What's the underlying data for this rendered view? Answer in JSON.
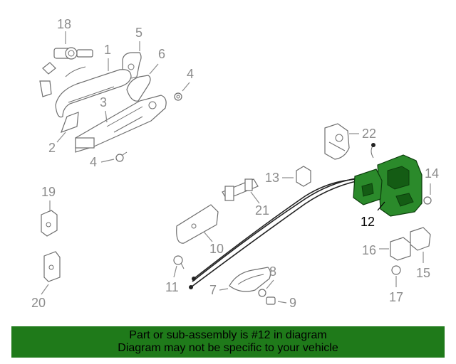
{
  "callouts": {
    "c1": "1",
    "c2": "2",
    "c3": "3",
    "c4a": "4",
    "c4b": "4",
    "c5": "5",
    "c6": "6",
    "c7": "7",
    "c8": "8",
    "c9": "9",
    "c10": "10",
    "c11": "11",
    "c12": "12",
    "c13": "13",
    "c14": "14",
    "c15": "15",
    "c16": "16",
    "c17": "17",
    "c18": "18",
    "c19": "19",
    "c20": "20",
    "c21": "21",
    "c22": "22"
  },
  "banner": {
    "line1": "Part or sub-assembly is #12 in diagram",
    "line2": "Diagram may not be specific to your vehicle"
  },
  "colors": {
    "highlight": "#2b8a2b",
    "banner": "#1f7a1a",
    "callout": "#8c8c8c"
  }
}
